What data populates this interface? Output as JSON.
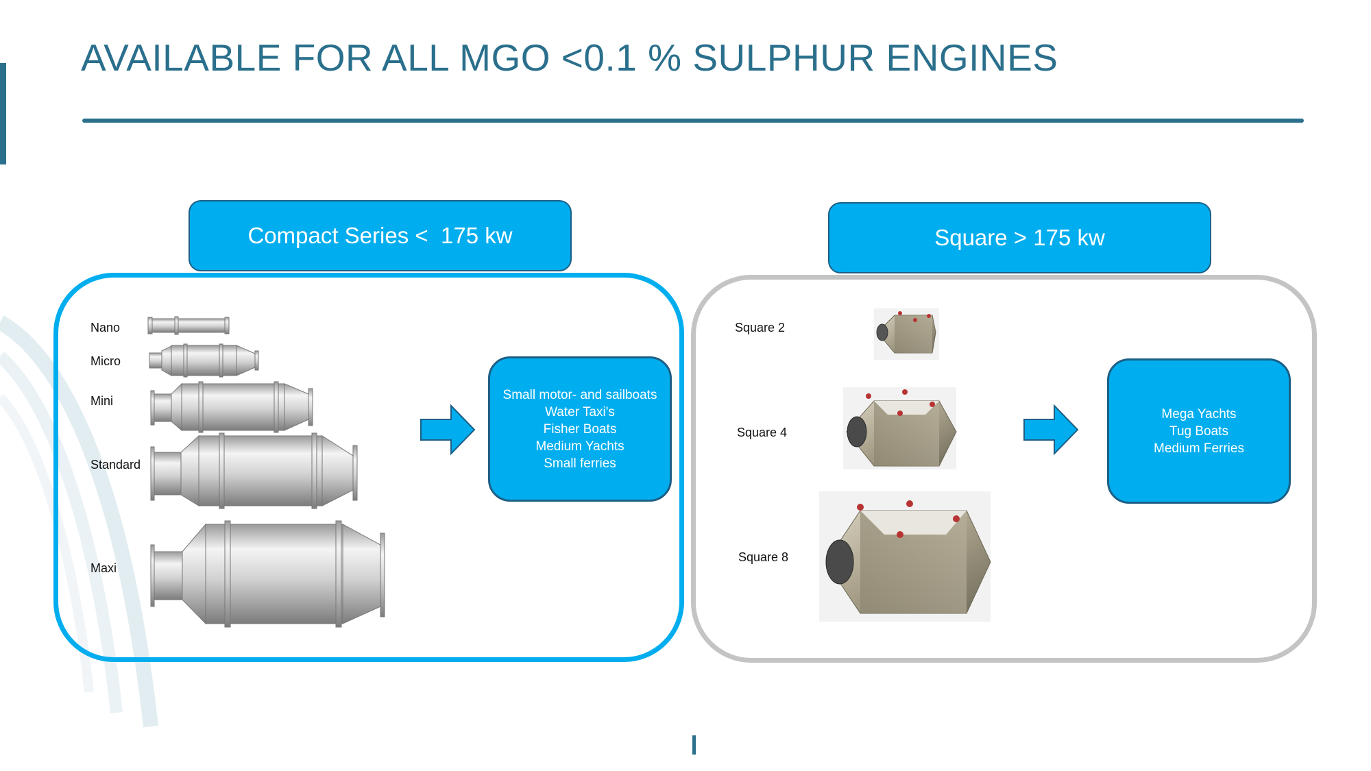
{
  "slide": {
    "title": "AVAILABLE FOR ALL MGO <0.1 % SULPHUR ENGINES"
  },
  "compact": {
    "header": "Compact Series <  175 kw",
    "models": [
      "Nano",
      "Micro",
      "Mini",
      "Standard",
      "Maxi"
    ],
    "applications": [
      "Small motor- and sailboats",
      "Water Taxi's",
      "Fisher Boats",
      "Medium Yachts",
      "Small ferries"
    ]
  },
  "square": {
    "header": "Square > 175 kw",
    "models": [
      "Square 2",
      "Square 4",
      "Square 8"
    ],
    "applications": [
      "Mega Yachts",
      "Tug Boats",
      "Medium Ferries"
    ]
  },
  "colors": {
    "accent": "#00adee",
    "title": "#2a6f8c",
    "box_border": "#1c5f86",
    "square_panel_border": "#c4c4c4"
  },
  "icons": {
    "arrow": "right-arrow-icon"
  }
}
